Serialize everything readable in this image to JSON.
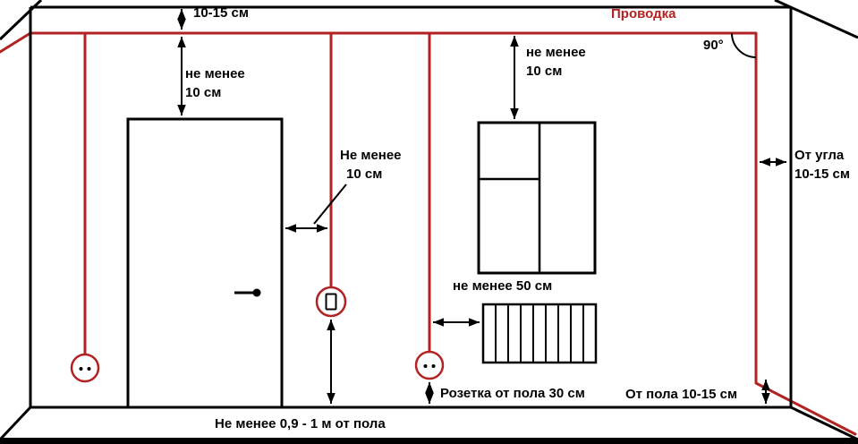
{
  "diagram": {
    "title": "Проводка",
    "angle_label": "90°",
    "labels": {
      "ceiling_gap": "10-15 см",
      "wire_to_door_top": [
        "не менее",
        "10 см"
      ],
      "wire_to_window": [
        "не менее",
        "10 см"
      ],
      "door_side_gap": [
        "Не менее",
        "10 см"
      ],
      "corner_gap": [
        "От угла",
        "10-15 см"
      ],
      "radiator_gap": "не менее 50 см",
      "outlet_floor_height": "Розетка от пола 30 см",
      "floor_gap": "От пола 10-15 см",
      "switch_floor_height": "Не менее 0,9 - 1 м от пола"
    },
    "elements": {
      "outlet_icon": "circle-with-two-pin-holes",
      "switch_icon": "circle-with-rocker",
      "door": "door-leaf-with-handle",
      "window": "three-pane-window",
      "radiator": "finned-radiator"
    },
    "colors": {
      "wiring": "#b22222",
      "outline": "#000000",
      "background": "#ffffff"
    }
  }
}
